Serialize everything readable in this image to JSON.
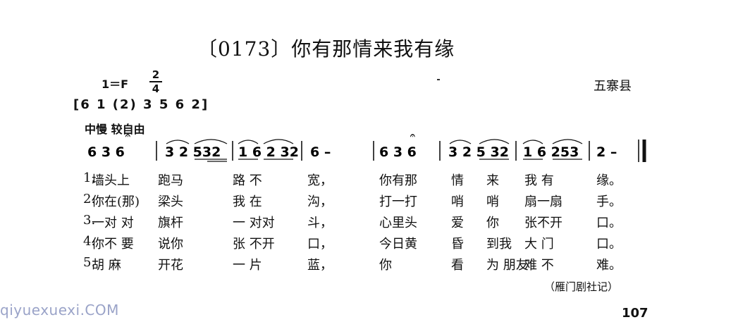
{
  "title": "〔0173〕你有那情来我有缘",
  "key": "1＝F",
  "time_signature": {
    "top": "2",
    "bottom": "4"
  },
  "county": "五寨县",
  "range": "[6 1 (2) 3 5 6 2]",
  "tempo": "中慢   较自由",
  "score": {
    "measure_1": "6 3  6",
    "measure_2": "3 2 532",
    "measure_3": "1 6 2 32",
    "measure_4": "6  –",
    "measure_5": "6 3 6",
    "measure_6": "3 2 5 32",
    "measure_7": "1 6 253",
    "measure_8": "2  –"
  },
  "lyrics": [
    {
      "num": "1.",
      "p1": "墙头上",
      "p2": "跑马",
      "p3": "路 不",
      "p4": "宽，",
      "p5": "你有那",
      "p6": "情",
      "p7": "来",
      "p8": "我 有",
      "p9": "缘。"
    },
    {
      "num": "2.",
      "p1": "你在(那)",
      "p2": "梁头",
      "p3": "我 在",
      "p4": "沟，",
      "p5": "打一打",
      "p6": "哨",
      "p7": "哨",
      "p8": "扇一扇",
      "p9": "手。"
    },
    {
      "num": "3.",
      "p1": "一对 对",
      "p2": "旗杆",
      "p3": "一 对对",
      "p4": "斗，",
      "p5": "心里头",
      "p6": "爱",
      "p7": "你",
      "p8": "张不开",
      "p9": "口。"
    },
    {
      "num": "4.",
      "p1": "你不 要",
      "p2": "说你",
      "p3": "张 不开",
      "p4": "口，",
      "p5": "今日黄",
      "p6": "昏",
      "p7": "到我",
      "p8": "大 门",
      "p9": "口。"
    },
    {
      "num": "5.",
      "p1": "胡  麻",
      "p2": "开花",
      "p3": "一 片",
      "p4": "蓝，",
      "p5": "你",
      "p6": "看",
      "p7": "为 朋友",
      "p8": "难 不",
      "p9": "难。"
    }
  ],
  "credit": "（雁门剧社记）",
  "watermark": "qiyuexuexi.COM",
  "page_number": "107"
}
